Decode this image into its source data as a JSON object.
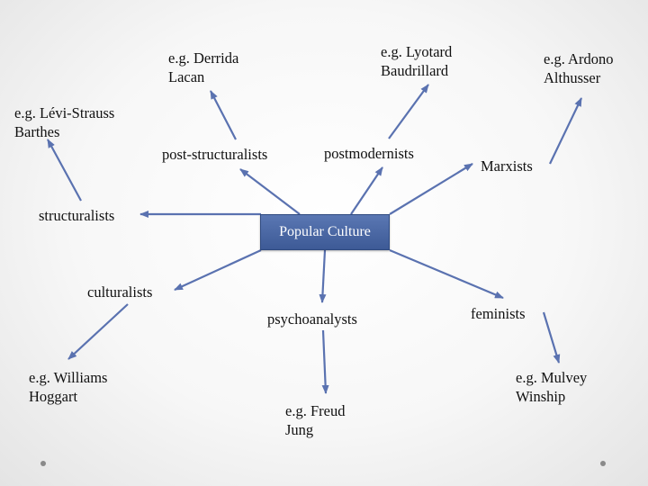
{
  "center": {
    "label": "Popular Culture",
    "color": "#4b68a6"
  },
  "arrow_color": "#5a72b0",
  "schools": {
    "structuralists": {
      "label": "structuralists",
      "example": "e.g. Lévi-Strauss\nBarthes"
    },
    "post_structuralists": {
      "label": "post-structuralists",
      "example": "e.g. Derrida\nLacan"
    },
    "postmodernists": {
      "label": "postmodernists",
      "example": "e.g. Lyotard\nBaudrillard"
    },
    "marxists": {
      "label": "Marxists",
      "example": "e.g. Ardono\nAlthusser"
    },
    "culturalists": {
      "label": "culturalists",
      "example": "e.g. Williams\nHoggart"
    },
    "psychoanalysts": {
      "label": "psychoanalysts",
      "example": "e.g. Freud\nJung"
    },
    "feminists": {
      "label": "feminists",
      "example": "e.g. Mulvey\nWinship"
    }
  }
}
